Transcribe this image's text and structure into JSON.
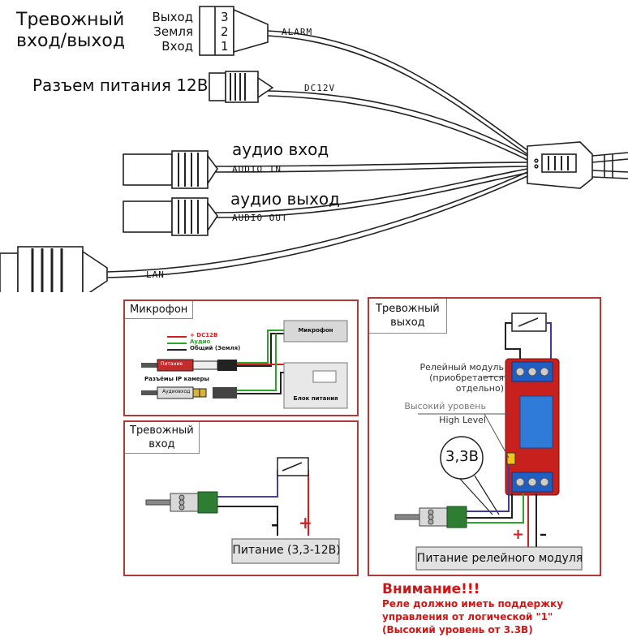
{
  "top": {
    "alarm_title_line1": "Тревожный",
    "alarm_title_line2": "вход/выход",
    "pin_labels": [
      "Выход",
      "Земля",
      "Вход"
    ],
    "pin_numbers": [
      "3",
      "2",
      "1"
    ],
    "cable_alarm": "ALARM",
    "power_label": "Разъем питания 12В",
    "cable_power": "DC12V",
    "audio_in_label": "аудио вход",
    "cable_audio_in": "AUDIO IN",
    "audio_out_label": "аудио выход",
    "cable_audio_out": "AUDIO OUT",
    "cable_lan": "LAN"
  },
  "mic_panel": {
    "tab": "Микрофон",
    "legend": [
      "+ DC12B",
      "Аудио",
      "Общий (Земля)"
    ],
    "legend_colors": [
      "#d21f1f",
      "#2aa52a",
      "#222222"
    ],
    "plug_power": "Питание",
    "plug_audio": "Аудиовход",
    "connectors_caption": "Разъёмы IP камеры",
    "mic_box": "Микрофон",
    "psu_box": "Блок питания"
  },
  "alarm_in_panel": {
    "tab_line1": "Тревожный",
    "tab_line2": "вход",
    "minus": "–",
    "plus": "+",
    "power_box": "Питание (3,3-12В)"
  },
  "alarm_out_panel": {
    "tab_line1": "Тревожный",
    "tab_line2": "выход",
    "relay_note_line1": "Релейный модуль",
    "relay_note_line2": "(приобретается",
    "relay_note_line3": "отдельно)",
    "high_level_ru": "Высокий уровень",
    "high_level_en": "High Level",
    "voltage": "3,3В",
    "plus": "+",
    "minus": "–",
    "power_box": "Питание релейного модуля"
  },
  "warning": {
    "title": "Внимание!!!",
    "line1": "Реле должно иметь поддержку",
    "line2": "управления от логической \"1\"",
    "line3": "(Высокий уровень от 3.3В)"
  }
}
